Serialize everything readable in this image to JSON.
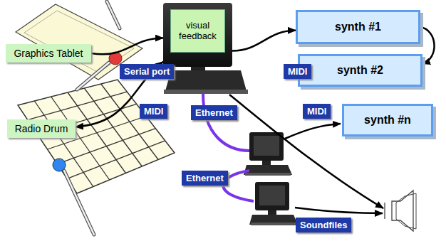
{
  "diagram": {
    "nodes": [
      {
        "text": [
          "Graphics Tablet"
        ]
      },
      {
        "text": [
          "visual feedback"
        ]
      },
      {
        "text": [
          "synth #1"
        ]
      },
      {
        "text": [
          "synth #2"
        ]
      },
      {
        "text": [
          "Radio Drum"
        ]
      },
      {
        "text": [
          "synth #n"
        ]
      }
    ],
    "edges": [
      {
        "from": 0,
        "to": 1,
        "label": "Serial port",
        "arrow": "to"
      },
      {
        "from": 4,
        "to": 1,
        "label": "MIDI",
        "arrow": "both"
      },
      {
        "from": 1,
        "to": 2,
        "label": "MIDI",
        "arrow": "to"
      },
      {
        "from": 2,
        "to": 3,
        "arrow": "to"
      }
    ],
    "labels": [
      "Ethernet",
      "MIDI",
      "Ethernet",
      "Soundfiles"
    ]
  }
}
